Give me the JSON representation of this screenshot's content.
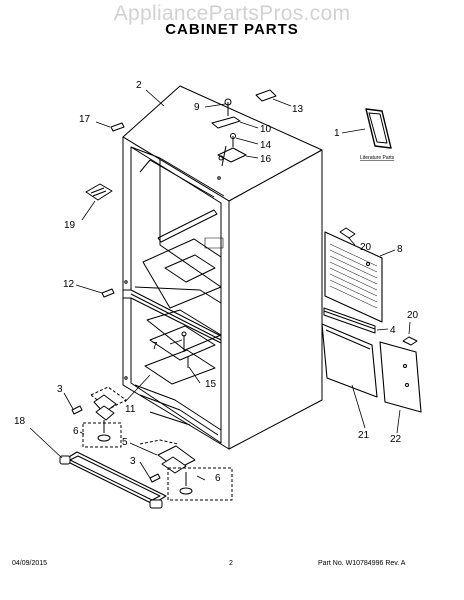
{
  "watermark": "AppliancePartsPros.com",
  "title": "CABINET PARTS",
  "literature_label": "Literature Parts",
  "callouts": [
    {
      "id": "c2",
      "label": "2"
    },
    {
      "id": "c9",
      "label": "9"
    },
    {
      "id": "c13",
      "label": "13"
    },
    {
      "id": "c17",
      "label": "17"
    },
    {
      "id": "c10",
      "label": "10"
    },
    {
      "id": "c14",
      "label": "14"
    },
    {
      "id": "c16",
      "label": "16"
    },
    {
      "id": "c1",
      "label": "1"
    },
    {
      "id": "c19",
      "label": "19"
    },
    {
      "id": "c20a",
      "label": "20"
    },
    {
      "id": "c8",
      "label": "8"
    },
    {
      "id": "c12",
      "label": "12"
    },
    {
      "id": "c7",
      "label": "7"
    },
    {
      "id": "c4",
      "label": "4"
    },
    {
      "id": "c20b",
      "label": "20"
    },
    {
      "id": "c3a",
      "label": "3"
    },
    {
      "id": "c15",
      "label": "15"
    },
    {
      "id": "c11",
      "label": "11"
    },
    {
      "id": "c18",
      "label": "18"
    },
    {
      "id": "c6a",
      "label": "6"
    },
    {
      "id": "c5",
      "label": "5"
    },
    {
      "id": "c3b",
      "label": "3"
    },
    {
      "id": "c6b",
      "label": "6"
    },
    {
      "id": "c21",
      "label": "21"
    },
    {
      "id": "c22",
      "label": "22"
    }
  ],
  "footer": {
    "date": "04/09/2015",
    "page": "2",
    "part_no": "Part No. W10784996  Rev. A"
  }
}
